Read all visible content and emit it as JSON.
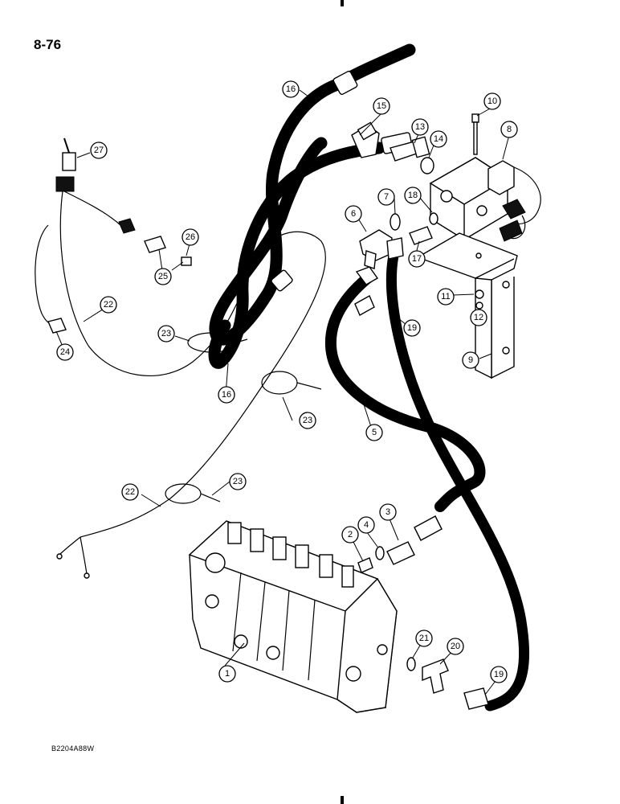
{
  "page_number": "8-76",
  "figure_code": "B2204A88W",
  "callouts": [
    {
      "id": "c1",
      "label": "1"
    },
    {
      "id": "c2",
      "label": "2"
    },
    {
      "id": "c3",
      "label": "3"
    },
    {
      "id": "c4",
      "label": "4"
    },
    {
      "id": "c5",
      "label": "5"
    },
    {
      "id": "c6",
      "label": "6"
    },
    {
      "id": "c7",
      "label": "7"
    },
    {
      "id": "c8",
      "label": "8"
    },
    {
      "id": "c9",
      "label": "9"
    },
    {
      "id": "c10",
      "label": "10"
    },
    {
      "id": "c11",
      "label": "11"
    },
    {
      "id": "c12",
      "label": "12"
    },
    {
      "id": "c13",
      "label": "13"
    },
    {
      "id": "c14",
      "label": "14"
    },
    {
      "id": "c15",
      "label": "15"
    },
    {
      "id": "c16a",
      "label": "16"
    },
    {
      "id": "c16b",
      "label": "16"
    },
    {
      "id": "c17",
      "label": "17"
    },
    {
      "id": "c18",
      "label": "18"
    },
    {
      "id": "c19a",
      "label": "19"
    },
    {
      "id": "c19b",
      "label": "19"
    },
    {
      "id": "c20",
      "label": "20"
    },
    {
      "id": "c21",
      "label": "21"
    },
    {
      "id": "c22a",
      "label": "22"
    },
    {
      "id": "c22b",
      "label": "22"
    },
    {
      "id": "c23a",
      "label": "23"
    },
    {
      "id": "c23b",
      "label": "23"
    },
    {
      "id": "c23c",
      "label": "23"
    },
    {
      "id": "c24",
      "label": "24"
    },
    {
      "id": "c25",
      "label": "25"
    },
    {
      "id": "c26",
      "label": "26"
    },
    {
      "id": "c27",
      "label": "27"
    }
  ]
}
